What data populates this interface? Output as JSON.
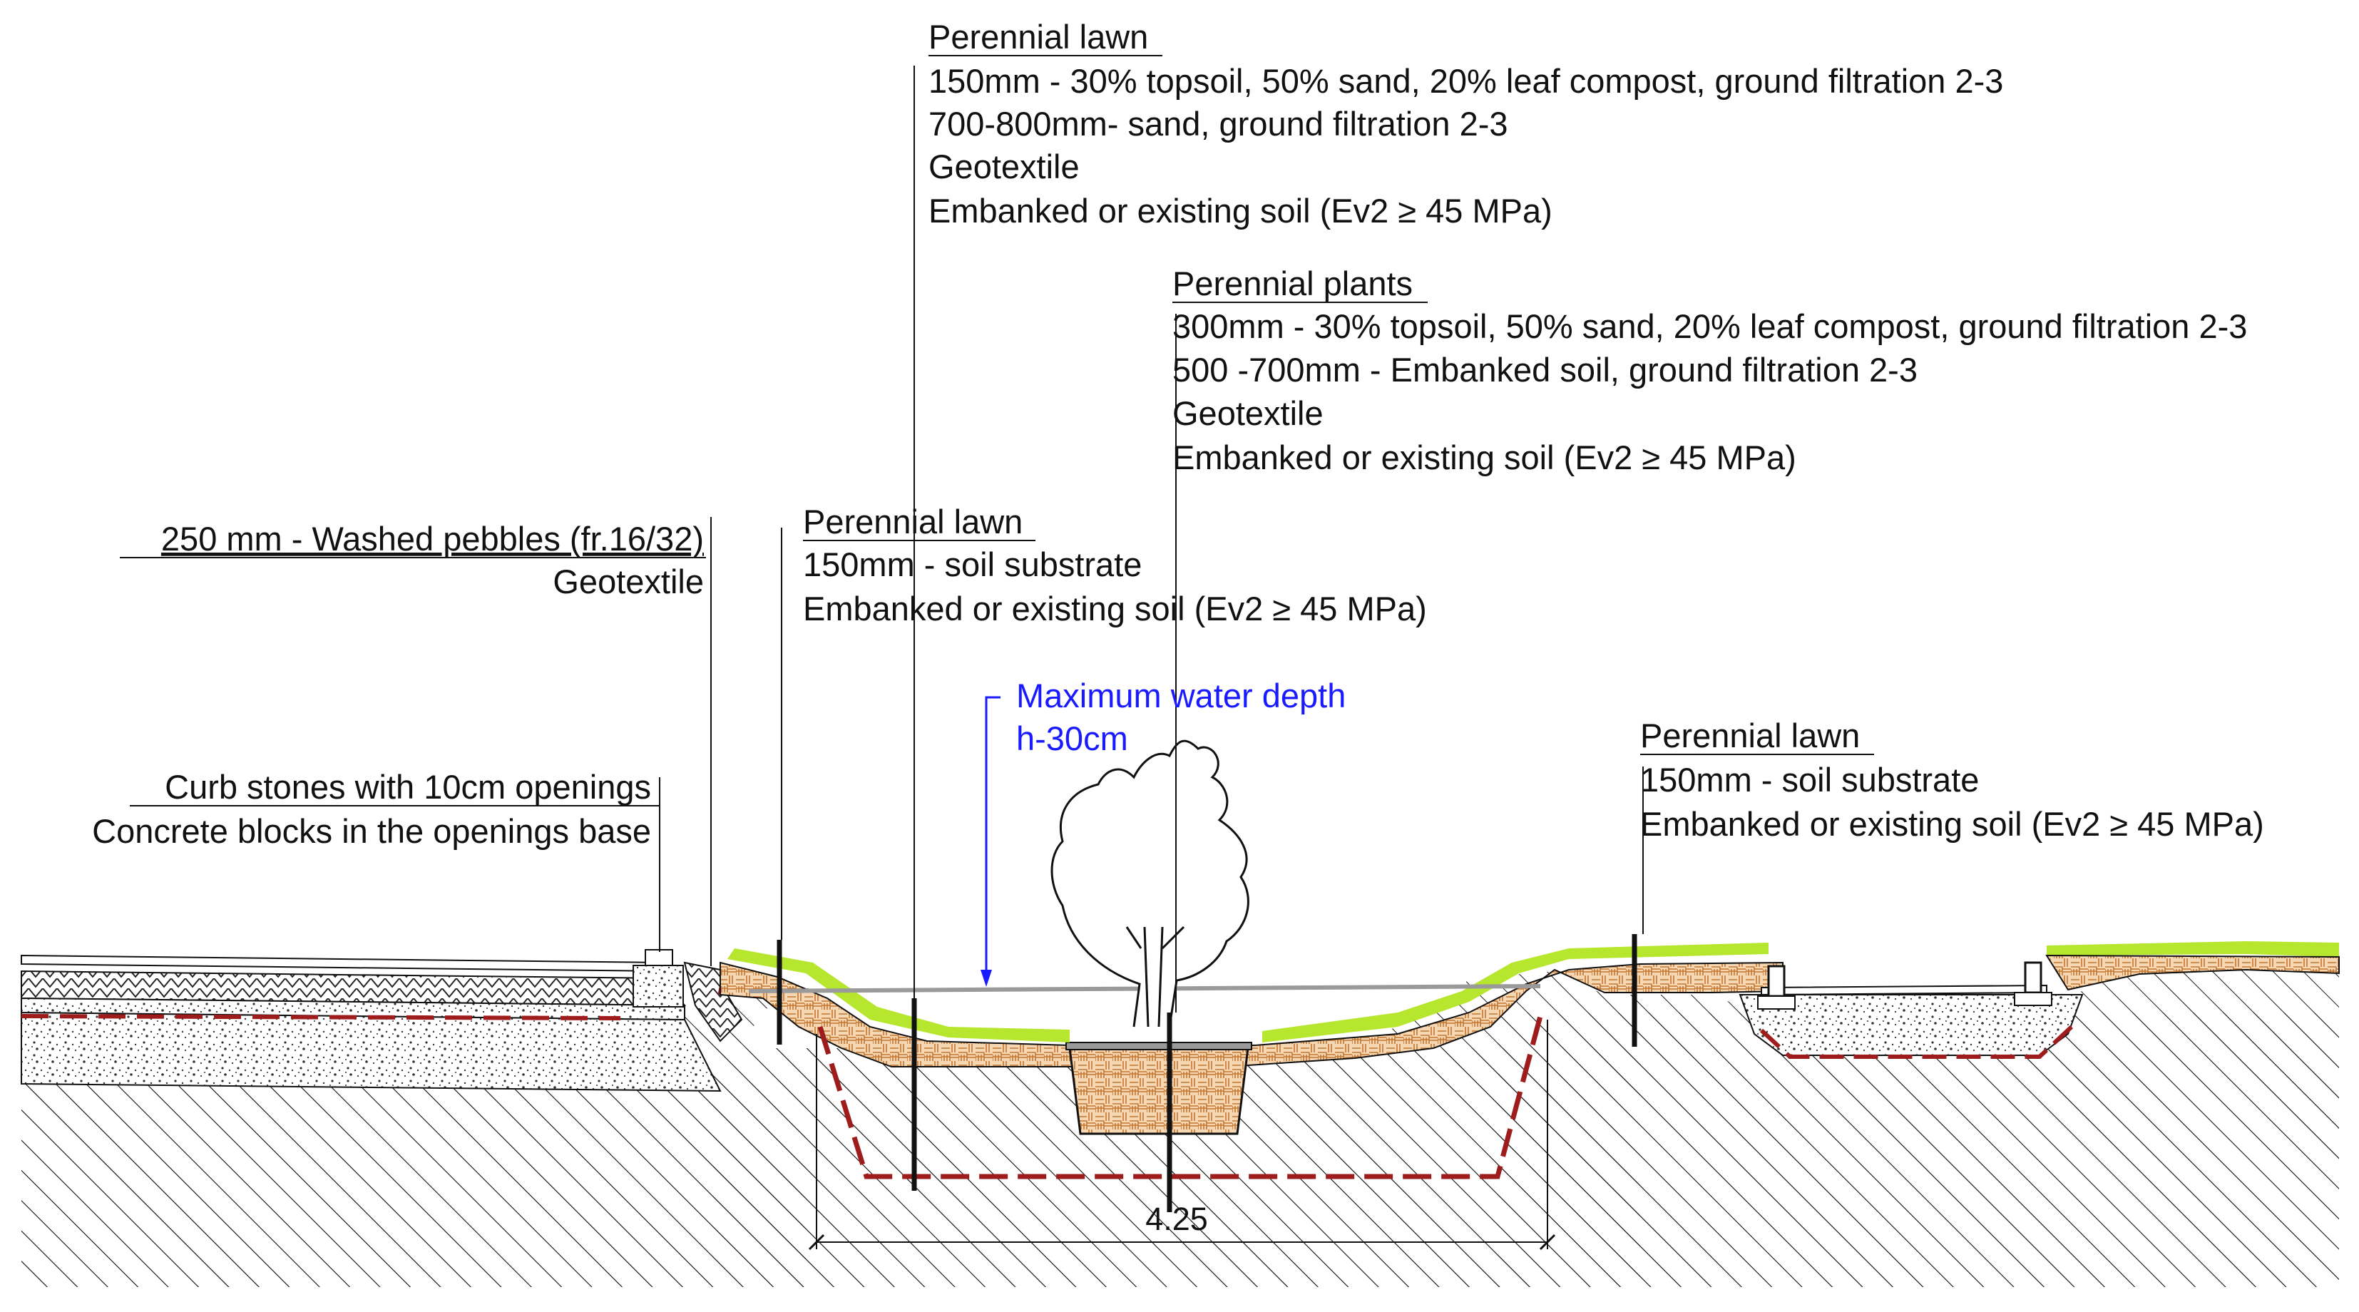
{
  "colors": {
    "line": "#111111",
    "hatch": "#1a1a1a",
    "grass": "#b6e62e",
    "soil_fill": "#f6d7b3",
    "soil_brick": "#c4762f",
    "red_dash": "#9e1c1c",
    "water_label": "#1a1aff",
    "water_line": "#9a9a9a"
  },
  "callouts": {
    "pebbles": {
      "title": "250 mm - Washed pebbles (fr.16/32)",
      "lines": [
        "Geotextile"
      ]
    },
    "curb": {
      "title": "Curb stones with 10cm openings",
      "lines": [
        "Concrete blocks in the openings base"
      ]
    },
    "lawn_left": {
      "title": "Perennial lawn",
      "lines": [
        "150mm - soil substrate",
        "Embanked or existing soil (Ev2 ≥ 45 MPa)"
      ]
    },
    "lawn_top": {
      "title": "Perennial lawn",
      "lines": [
        "150mm - 30% topsoil, 50% sand, 20% leaf compost, ground filtration 2-3",
        "700-800mm- sand, ground filtration 2-3",
        "Geotextile",
        "Embanked or existing soil (Ev2 ≥ 45 MPa)"
      ]
    },
    "plants": {
      "title": "Perennial plants",
      "lines": [
        "300mm - 30% topsoil, 50% sand, 20% leaf compost, ground filtration 2-3",
        "500 -700mm - Embanked soil, ground filtration 2-3",
        "Geotextile",
        "Embanked or existing soil (Ev2 ≥ 45 MPa)"
      ]
    },
    "lawn_right": {
      "title": "Perennial lawn",
      "lines": [
        "150mm - soil substrate",
        "Embanked or existing soil (Ev2 ≥ 45 MPa)"
      ]
    },
    "water": {
      "title": "Maximum water depth",
      "lines": [
        "h-30cm"
      ]
    }
  },
  "dimension": {
    "label": "4.25"
  }
}
